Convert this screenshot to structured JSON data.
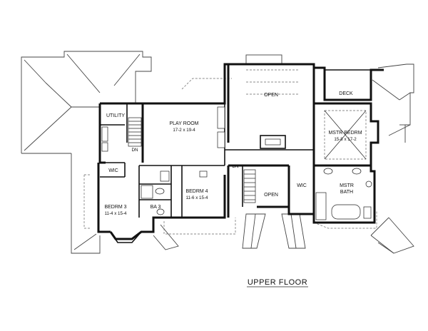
{
  "title": "UPPER FLOOR",
  "rooms": {
    "utility": "UTILITY",
    "play_name": "PLAY ROOM",
    "play_size": "17-2 x 19-4",
    "open_top": "OPEN",
    "deck": "DECK",
    "mstr_name": "MSTR BEDRM",
    "mstr_size": "15-8 x 17-2",
    "wic_left": "WIC",
    "bed4_name": "BEDRM 4",
    "bed4_size": "11-6 x 15-4",
    "bed3_name": "BEDRM 3",
    "bed3_size": "11-4 x 15-4",
    "ba3": "BA 3",
    "open_stair": "OPEN",
    "wic_right": "WIC",
    "bath_l1": "MSTR",
    "bath_l2": "BATH",
    "dn_left": "DN",
    "dn_center": "DN"
  }
}
